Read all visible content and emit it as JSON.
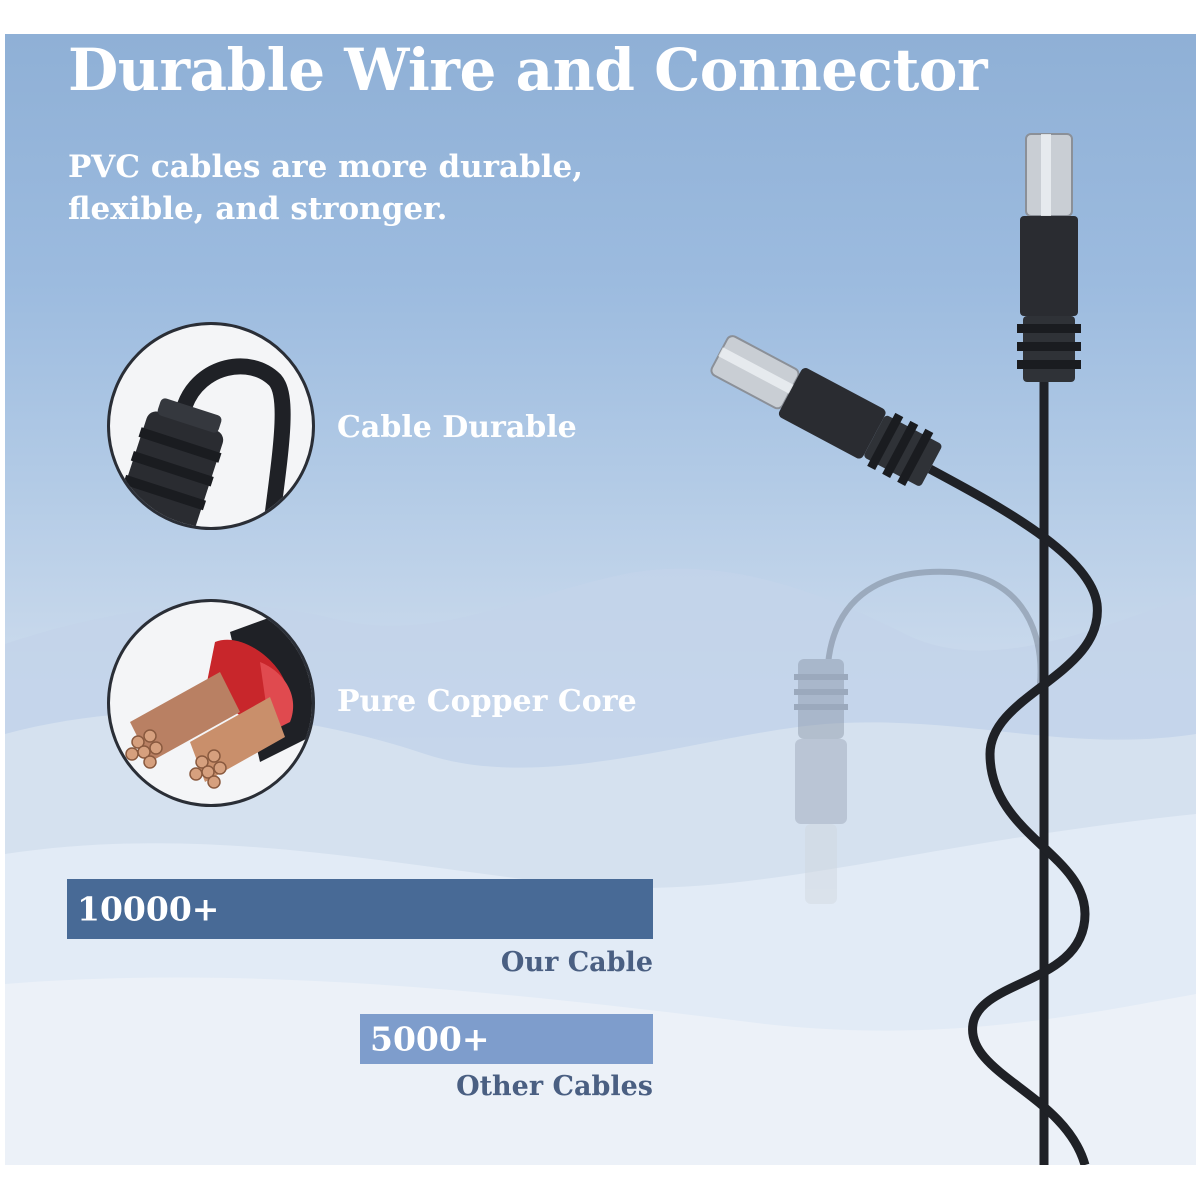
{
  "headline": "Durable Wire and Connector",
  "subline": "PVC cables are more durable, flexible, and stronger.",
  "features": [
    {
      "label": "Cable Durable",
      "icon": "cable-strain-relief-icon"
    },
    {
      "label": "Pure Copper Core",
      "icon": "copper-core-icon"
    }
  ],
  "comparison": {
    "our": {
      "value": "10000+",
      "caption": "Our Cable",
      "level": 1.0,
      "color": "#486a96"
    },
    "other": {
      "value": "5000+",
      "caption": "Other Cables",
      "level": 0.5,
      "color": "#7e9dcc"
    }
  },
  "colors": {
    "text_light": "#ffffff",
    "caption": "#4a5f82",
    "cable": "#1f2126",
    "copper": "#c98f6b",
    "insulation_red": "#c8262b"
  }
}
